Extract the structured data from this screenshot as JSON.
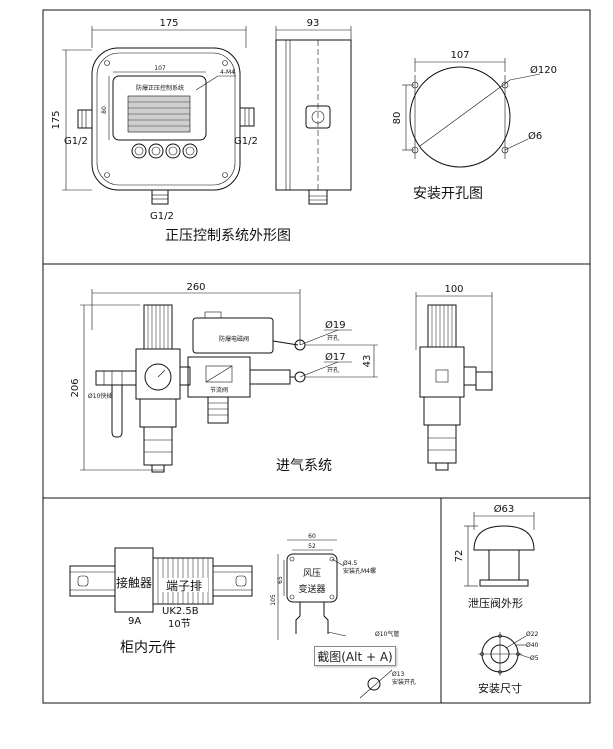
{
  "panels": {
    "top": {
      "caption": "正压控制系统外形图",
      "front_width": "175",
      "front_height": "175",
      "side_width": "93",
      "display_width": "107",
      "display_height": "80",
      "display_title": "防爆正压控制系统",
      "holes_note": "4-M4",
      "port_left": "G1/2",
      "port_right": "G1/2",
      "port_bottom": "G1/2",
      "cutout": {
        "caption": "安装开孔图",
        "width": "107",
        "height": "80",
        "diameter": "Ø120",
        "hole": "Ø6"
      }
    },
    "middle": {
      "caption": "进气系统",
      "overall_width": "260",
      "overall_height": "206",
      "side_width": "100",
      "hole_top_dia": "Ø19",
      "hole_top_note": "开孔",
      "hole_bottom_dia": "Ø17",
      "hole_bottom_note": "开孔",
      "hole_spacing": "43",
      "quick_connect": "Ø10快插",
      "valve_label_top": "防爆电磁阀",
      "valve_label_mid": "节流阀"
    },
    "bottom_left": {
      "caption": "柜内元件",
      "contactor_label": "接触器",
      "contactor_rating": "9A",
      "terminal_label": "端子排",
      "terminal_model": "UK2.5B",
      "terminal_count": "10节",
      "transmitter_label_1": "风压",
      "transmitter_label_2": "变送器",
      "tx_width_outer": "60",
      "tx_width_inner": "52",
      "tx_height": "105",
      "tx_height_inner": "65",
      "tx_hole_dia": "Ø4.5",
      "tx_hole_note": "安装孔M4螺",
      "tx_tube_note": "Ø10气管",
      "tx_mount_dia": "Ø13",
      "tx_mount_note": "安装开孔"
    },
    "bottom_right": {
      "caption_valve": "泄压阀外形",
      "caption_install": "安装尺寸",
      "valve_dia": "Ø63",
      "valve_height": "72",
      "d22": "Ø22",
      "d40": "Ø40",
      "d5": "Ø5"
    }
  },
  "tooltip": {
    "label": "截图(Alt + A)"
  }
}
